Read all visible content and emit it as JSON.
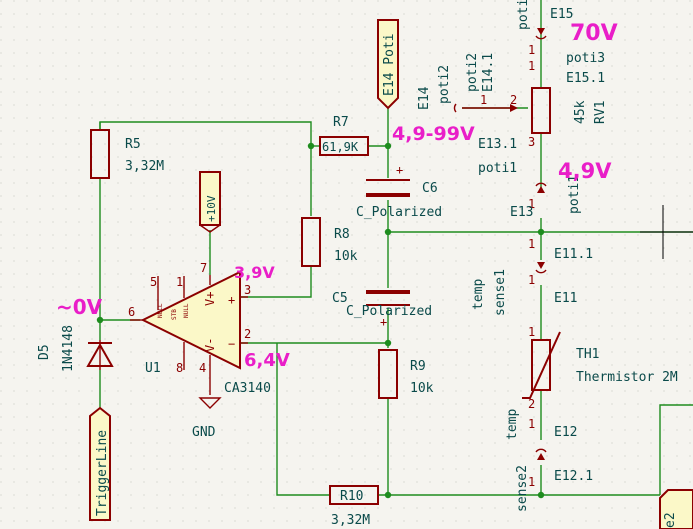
{
  "components": {
    "r5": {
      "ref": "R5",
      "value": "3,32M"
    },
    "r7": {
      "ref": "R7",
      "value": "61,9K"
    },
    "r8": {
      "ref": "R8",
      "value": "10k"
    },
    "r9": {
      "ref": "R9",
      "value": "10k"
    },
    "r10": {
      "ref": "R10",
      "value": "3,32M"
    },
    "c6": {
      "ref": "C6",
      "value": "C_Polarized"
    },
    "c5": {
      "ref": "C5",
      "value": "C_Polarized"
    },
    "d5": {
      "ref": "D5",
      "value": "1N4148"
    },
    "u1": {
      "ref": "U1",
      "value": "CA3140",
      "pin_labels": [
        "NULL",
        "STB",
        "NULL",
        "V+",
        "V-",
        "+",
        "−"
      ]
    },
    "rv1": {
      "ref": "RV1",
      "value": "45k",
      "poti3": "poti3",
      "e15_1": "E15.1"
    },
    "th1": {
      "ref": "TH1",
      "value": "Thermistor 2M"
    }
  },
  "pins": {
    "u1": {
      "p1": "1",
      "p2": "2",
      "p3": "3",
      "p4": "4",
      "p5": "5",
      "p6": "6",
      "p7": "7",
      "p8": "8"
    },
    "rv1": {
      "p1": "1",
      "p2": "2",
      "p3": "3"
    },
    "poti2": {
      "p1": "1",
      "p2": "2"
    },
    "connectors": {
      "one": "1",
      "two": "2"
    }
  },
  "labels": {
    "e14_poti": "E14 Poti",
    "plus10v": "+10V",
    "gnd": "GND",
    "trigger": "TriggerLine",
    "e14": "E14",
    "poti2": "poti2",
    "poti2b": "poti2",
    "e14_1": "E14.1",
    "e13_1": "E13.1",
    "poti1": "poti1",
    "poti1b": "poti1",
    "e13": "E13",
    "e15": "E15",
    "poti_top": "poti",
    "e11_1": "E11.1",
    "temp1": "temp",
    "sense1": "sense1",
    "e11": "E11",
    "e12": "E12",
    "temp2": "temp",
    "sense2": "sense2",
    "e12_1": "E12.1",
    "edge": "e2"
  },
  "annotations": {
    "v10": "70V",
    "v49a": "4,9-99V",
    "v49b": "4,9V",
    "v39": "3,9V",
    "v64": "6,4V",
    "v0": "~0V"
  },
  "colors": {
    "wire": "#1e8c1e",
    "component": "#8b0000",
    "label": "#0a4a4a",
    "handwriting": "#e91ec8",
    "fill": "#fbf8c8",
    "background": "#f5f4ef"
  }
}
